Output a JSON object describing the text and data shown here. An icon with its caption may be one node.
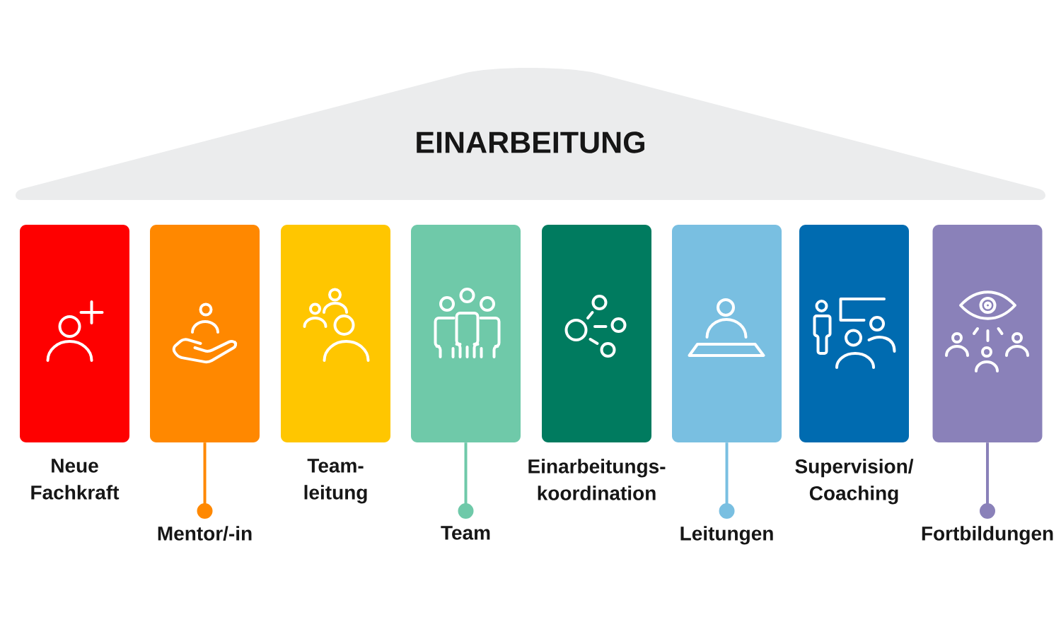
{
  "diagram": {
    "nodes": [
      {
        "text": [
          "EINARBEITUNG"
        ]
      },
      {
        "text": [
          "Neue Fachkraft"
        ]
      },
      {
        "text": [],
        "shape": "box"
      },
      {
        "text": [
          "Mentor/-in"
        ]
      },
      {
        "text": [
          "Team- leitung"
        ]
      },
      {
        "text": [],
        "shape": "box"
      },
      {
        "text": [
          "Team"
        ]
      },
      {
        "text": [
          "Einarbeitungs- koordination"
        ]
      },
      {
        "text": [],
        "shape": "box"
      },
      {
        "text": [
          "Leitungen"
        ]
      },
      {
        "text": [
          "Supervision/ Coaching"
        ]
      },
      {
        "text": [],
        "shape": "box"
      },
      {
        "text": [
          "Fortbildungen"
        ]
      }
    ],
    "edges": [
      {
        "from": 2,
        "to": 3,
        "arrow": "other",
        "color": "#ff8800"
      },
      {
        "from": 5,
        "to": 6,
        "arrow": "other",
        "color": "#6fc9a9"
      },
      {
        "from": 8,
        "to": 9,
        "arrow": "other",
        "color": "#79bfe1"
      },
      {
        "from": 11,
        "to": 12,
        "arrow": "other",
        "color": "#8a81b9"
      }
    ]
  }
}
